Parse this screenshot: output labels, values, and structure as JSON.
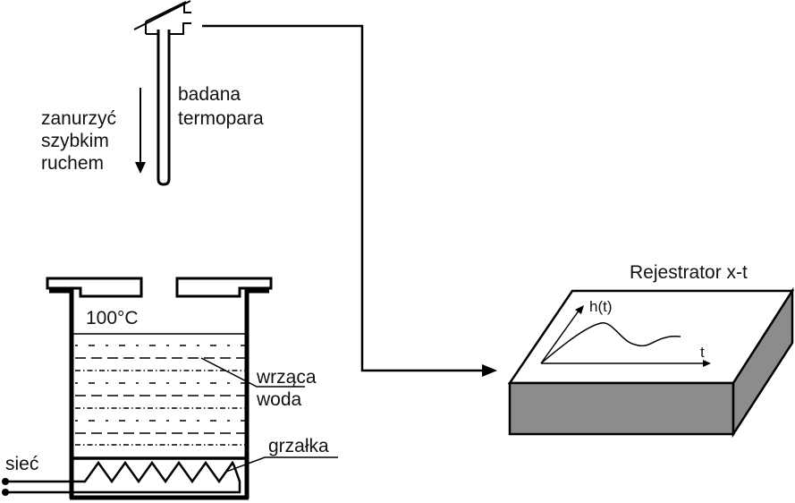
{
  "diagram": {
    "title": "Thermocouple step-response measurement setup",
    "labels": {
      "immerse": [
        "zanurzyć",
        "szybkim",
        "ruchem"
      ],
      "thermocouple": [
        "badana",
        "termopara"
      ],
      "temperature": "100°C",
      "water": [
        "wrząca",
        "woda"
      ],
      "heater": "grzałka",
      "mains": "sieć",
      "recorder": "Rejestrator x-t",
      "plot_y_axis": "h(t)",
      "plot_x_axis": "t"
    },
    "colors": {
      "line": "#000000",
      "recorder_top": "#ffffff",
      "recorder_side": "#8c8c8c",
      "background": "#ffffff"
    }
  }
}
